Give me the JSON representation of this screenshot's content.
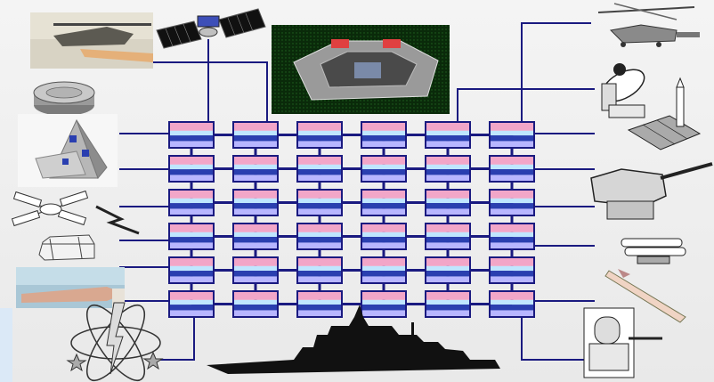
{
  "diagram": {
    "colors": {
      "wire": "#1a1a80",
      "node_border": "#1a1a80",
      "node_pink": "#f2a6c8",
      "node_light": "#bfe6ff",
      "node_blue": "#2a3fb0",
      "node_lavender": "#b8b6ff",
      "background": "#efefef"
    },
    "grid": {
      "rows": 6,
      "columns": 6
    },
    "peripherals_left": [
      {
        "name": "helicopter-photo"
      },
      {
        "name": "sea-mine"
      },
      {
        "name": "pyramid-sensor"
      },
      {
        "name": "radar-antenna"
      },
      {
        "name": "sonar-block"
      },
      {
        "name": "aircraft-photo"
      },
      {
        "name": "electronic-warfare-symbol"
      }
    ],
    "peripherals_right": [
      {
        "name": "helicopter-drone"
      },
      {
        "name": "satellite-dish-operator"
      },
      {
        "name": "missile-launcher"
      },
      {
        "name": "gun-turret"
      },
      {
        "name": "torpedo-tubes"
      },
      {
        "name": "missile"
      },
      {
        "name": "ciws-gun"
      }
    ],
    "top_items": [
      {
        "name": "satellite"
      },
      {
        "name": "command-center-photo"
      }
    ],
    "bottom_items": [
      {
        "name": "warship-silhouette"
      }
    ]
  }
}
